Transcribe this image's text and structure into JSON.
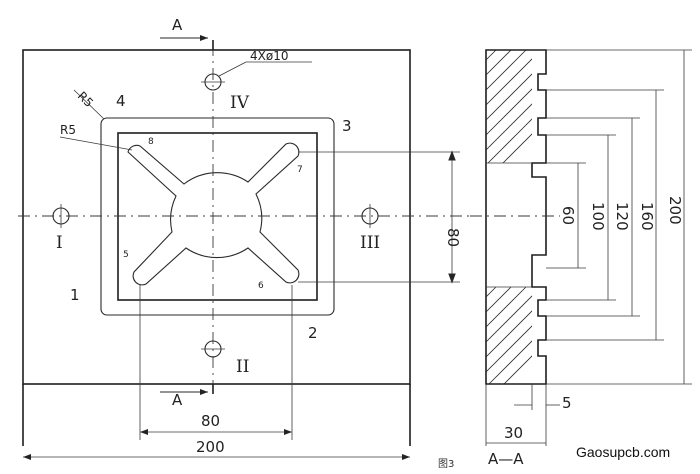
{
  "section_labels": {
    "cut_top": "A",
    "cut_bottom": "A",
    "section_view": "A—A"
  },
  "callouts": {
    "hole_spec": "4Xø10",
    "r5_outer": "R5",
    "r5_inner": "R5"
  },
  "region_numbers": {
    "n1": "1",
    "n2": "2",
    "n3": "3",
    "n4": "4"
  },
  "slot_numbers": {
    "s5": "5",
    "s6": "6",
    "s7": "7",
    "s8": "8"
  },
  "hole_labels": {
    "I": "I",
    "II": "II",
    "III": "III",
    "IV": "IV"
  },
  "dimensions": {
    "front_width": "200",
    "slot_span": "80",
    "slot_height": "80",
    "section_thickness": "30",
    "step": "5",
    "d60": "60",
    "d100": "100",
    "d120": "120",
    "d160": "160",
    "d200": "200"
  },
  "footer": {
    "figure": "图3",
    "watermark": "Gaosupcb.com"
  }
}
